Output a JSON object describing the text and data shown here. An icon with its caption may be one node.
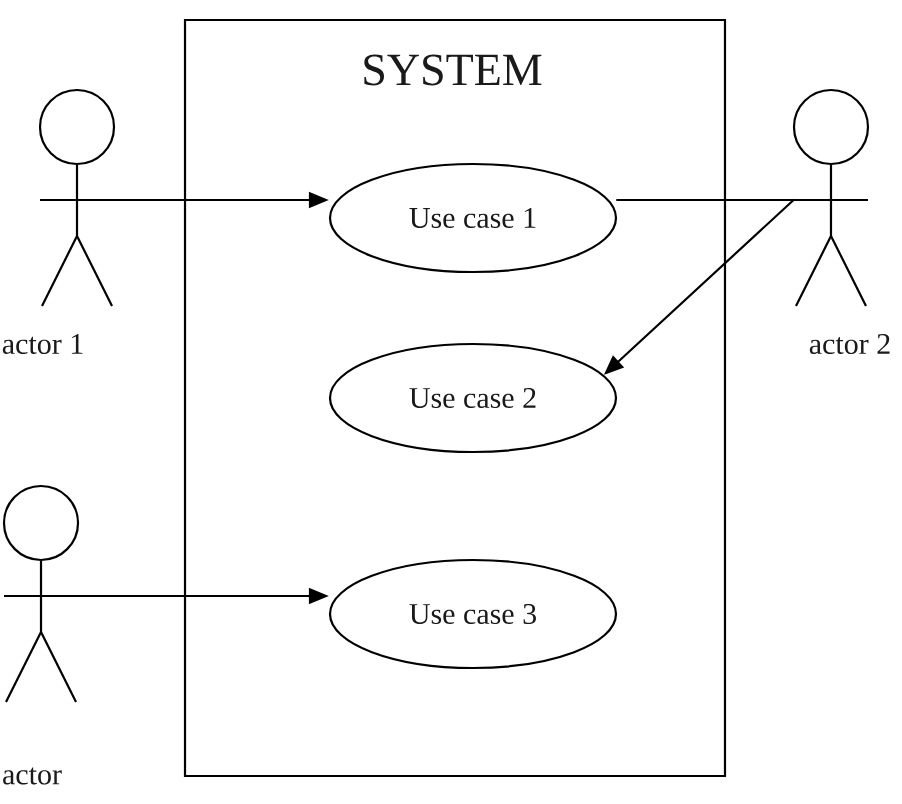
{
  "diagram": {
    "nodes": [
      {
        "text": [
          "SYSTEM"
        ]
      },
      {
        "text": [
          "Use case 1"
        ],
        "in": 0
      },
      {
        "text": [
          "Use case 2"
        ],
        "in": 0
      },
      {
        "text": [
          "Use case 3"
        ],
        "in": 0
      },
      {
        "text": [
          "actor 1"
        ]
      },
      {
        "text": [
          "actor 2"
        ]
      },
      {
        "text": [
          "actor"
        ]
      }
    ],
    "edges": [
      {
        "from": 4,
        "to": 1,
        "arrow": "to"
      },
      {
        "from": 5,
        "to": 1,
        "arrow": "none"
      },
      {
        "from": 5,
        "to": 2,
        "arrow": "to"
      },
      {
        "from": 6,
        "to": 3,
        "arrow": "to"
      }
    ]
  }
}
